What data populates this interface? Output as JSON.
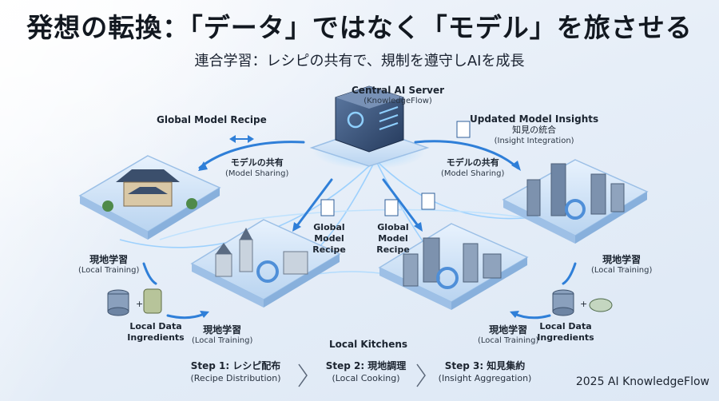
{
  "title": "発想の転換：「データ」ではなく「モデル」を旅させる",
  "subtitle": "連合学習：レシピの共有で、規制を遵守しAIを成長",
  "server": {
    "name": "Central AI Server",
    "sub": "(KnowledgeFlow)"
  },
  "labels": {
    "global_recipe_top": "Global Model Recipe",
    "insights_top": "Updated Model Insights",
    "insight_integration_jp": "知見の統合",
    "insight_integration_en": "(Insight Integration)",
    "model_sharing_jp": "モデルの共有",
    "model_sharing_en": "(Model Sharing)",
    "global_recipe_mid": "Global Model Recipe",
    "local_training_jp": "現地学習",
    "local_training_en": "(Local Training)",
    "local_data": "Local Data Ingredients",
    "local_kitchens": "Local Kitchens"
  },
  "steps": [
    {
      "line1": "Step 1: レシピ配布",
      "line2": "(Recipe Distribution)"
    },
    {
      "line1": "Step 2: 現地調理",
      "line2": "(Local Cooking)"
    },
    {
      "line1": "Step 3: 知見集約",
      "line2": "(Insight Aggregation)"
    }
  ],
  "footer": "2025 AI KnowledgeFlow",
  "colors": {
    "accent": "#2f7fd8",
    "platform": "#cfe2f7",
    "glow": "#7fc4ff"
  }
}
